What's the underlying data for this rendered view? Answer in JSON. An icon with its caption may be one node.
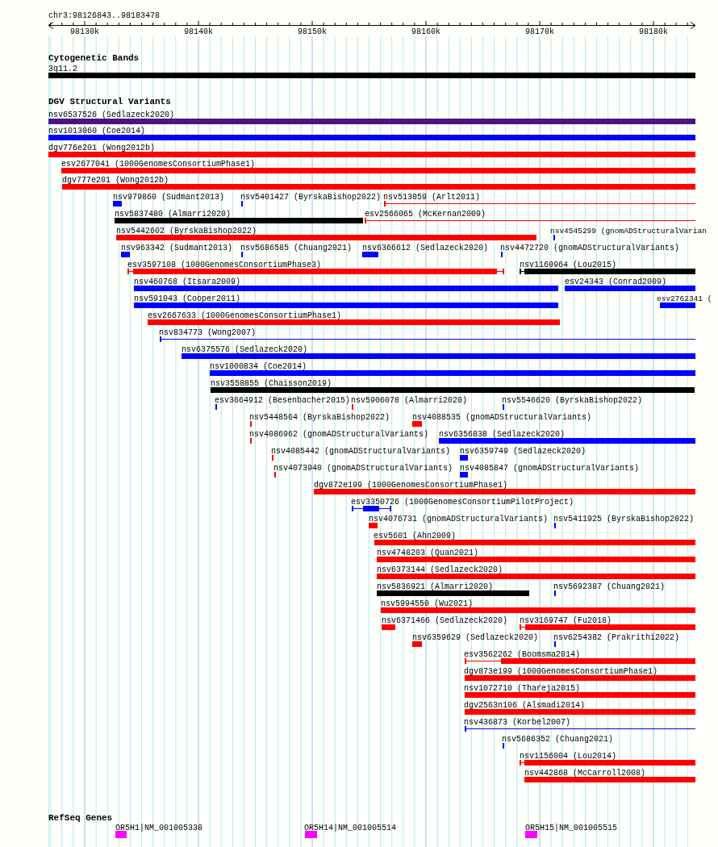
{
  "diagram": {
    "nodes": [
      {
        "text": [
          "3q11.2"
        ]
      },
      {
        "text": [
          "nsv6537526 (Sedlazeck2020)"
        ]
      },
      {
        "text": [
          "nsv1013060 (Coe2014)"
        ]
      },
      {
        "text": [
          "dgv776e201 (Wong2012b)"
        ]
      },
      {
        "text": [
          "esv2677041 (1000GenomesConsortiumPhase1)"
        ]
      },
      {
        "text": [
          "dgv777e201 (Wong2012b)"
        ]
      },
      {
        "text": [
          "nsv979860 (Sudmant2013)"
        ]
      },
      {
        "text": [
          "nsv5401427 (ByrskaBishop2022)"
        ]
      },
      {
        "text": [
          "nsv513059 (Arlt2011)"
        ]
      },
      {
        "text": [
          "nsv5837480 (Almarri2020)"
        ]
      },
      {
        "text": [
          "esv2566065 (McKernan2009)"
        ]
      },
      {
        "text": [
          "nsv5442602 (ByrskaBishop2022)"
        ]
      },
      {
        "text": [
          "nsv4545299 (gnomADStructuralVarian"
        ]
      },
      {
        "text": [
          "nsv963342 (Sudmant2013)"
        ]
      },
      {
        "text": [
          "nsv5686585 (Chuang2021)"
        ]
      },
      {
        "text": [
          "nsv6366612 (Sedlazeck2020)"
        ]
      },
      {
        "text": [
          "nsv4472720 (gnomADStructuralVariants)"
        ]
      },
      {
        "text": [
          "esv3597108 (1000GenomesConsortiumPhase3)"
        ]
      },
      {
        "text": [
          "nsv1160964 (Lou2015)"
        ]
      },
      {
        "text": [
          "nsv460768 (Itsara2009)"
        ]
      },
      {
        "text": [
          "esv24343 (Conrad2009)"
        ]
      },
      {
        "text": [
          "nsv591043 (Cooper2011)"
        ]
      },
      {
        "text": [
          "esv2762341 ("
        ]
      },
      {
        "text": [
          "esv2667633 (1000GenomesConsortiumPhase1)"
        ]
      },
      {
        "text": [
          "nsv834773 (Wong2007)"
        ]
      },
      {
        "text": [
          "nsv6375576 (Sedlazeck2020)"
        ]
      },
      {
        "text": [
          "nsv1000834 (Coe2014)"
        ]
      },
      {
        "text": [
          "nsv3558855 (Chaisson2019)"
        ]
      },
      {
        "text": [
          "esv3664912 (Besenbacher2015)"
        ]
      },
      {
        "text": [
          "nsv5906078 (Almarri2020)"
        ]
      },
      {
        "text": [
          "nsv5546620 (ByrskaBishop2022)"
        ]
      },
      {
        "text": [
          "nsv5448564 (ByrskaBishop2022)"
        ]
      },
      {
        "text": [
          "nsv4088535 (gnomADStructuralVariants)"
        ]
      },
      {
        "text": [
          "nsv4086962 (gnomADStructuralVariants)"
        ]
      },
      {
        "text": [
          "nsv6356838 (Sedlazeck2020)"
        ]
      },
      {
        "text": [
          "nsv4085442 (gnomADStructuralVariants)"
        ]
      },
      {
        "text": [
          "nsv6359749 (Sedlazeck2020)"
        ]
      },
      {
        "text": [
          "nsv4073940 (gnomADStructuralVariants)"
        ]
      },
      {
        "text": [
          "nsv4085847 (gnomADStructuralVariants)"
        ]
      },
      {
        "text": [
          "dgv872e199 (1000GenomesConsortiumPhase1)"
        ]
      },
      {
        "text": [
          "esv3350726 (1000GenomesConsortiumPilotProject)"
        ]
      },
      {
        "text": [
          "nsv4076731 (gnomADStructuralVariants)"
        ]
      },
      {
        "text": [
          "nsv5411925 (ByrskaBishop2022)"
        ]
      },
      {
        "text": [
          "esv5601 (Ahn2009)"
        ]
      },
      {
        "text": [
          "nsv4748203 (Quan2021)"
        ]
      },
      {
        "text": [
          "nsv6373144 (Sedlazeck2020)"
        ]
      },
      {
        "text": [
          "nsv5836921 (Almarri2020)"
        ]
      },
      {
        "text": [
          "nsv5692387 (Chuang2021)"
        ]
      },
      {
        "text": [
          "nsv5994550 (Wu2021)"
        ]
      },
      {
        "text": [
          "nsv6371466 (Sedlazeck2020)"
        ]
      },
      {
        "text": [
          "nsv3169747 (Fu2018)"
        ]
      },
      {
        "text": [
          "nsv6359629 (Sedlazeck2020)"
        ]
      },
      {
        "text": [
          "nsv6254382 (Prakrithi2022)"
        ]
      },
      {
        "text": [
          "esv3562262 (Boomsma2014)"
        ]
      },
      {
        "text": [
          "dgv873e199 (1000GenomesConsortiumPhase1)"
        ]
      },
      {
        "text": [
          "nsv1072710 (Thareja2015)"
        ]
      },
      {
        "text": [
          "dgv2563n106 (Alsmadi2014)"
        ]
      },
      {
        "text": [
          "nsv436873 (Korbel2007)"
        ]
      },
      {
        "text": [
          "nsv5686352 (Chuang2021)"
        ]
      },
      {
        "text": [
          "nsv1156004 (Lou2014)"
        ]
      },
      {
        "text": [
          "nsv442868 (McCarroll2008)"
        ]
      },
      {
        "text": [
          "OR5H1|NM_001005338"
        ]
      },
      {
        "text": [
          "OR5H14|NM_001005514"
        ]
      },
      {
        "text": [
          "OR5H15|NM_001005515"
        ]
      }
    ],
    "labels": [
      "chr3:98126843..98183478",
      "98130k",
      "98140k",
      "98150k",
      "98160k",
      "98170k",
      "98180k",
      "Cytogenetic Bands",
      "DGV Structural Variants",
      "RefSeq Genes"
    ]
  }
}
